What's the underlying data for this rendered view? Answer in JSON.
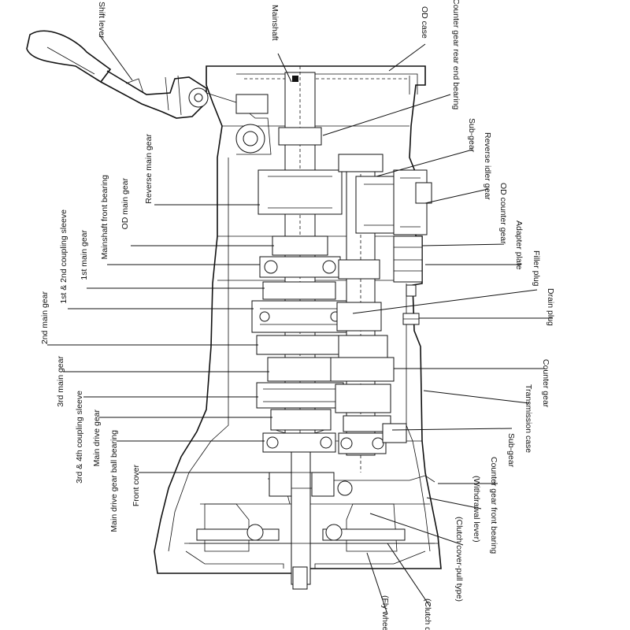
{
  "diagram": {
    "title": "Transmission cross-section",
    "labels": {
      "shift_lever": "Shift lever",
      "mainshaft": "Mainshaft",
      "od_case": "OD case",
      "counter_gear_rear_end_bearing": "Counter gear rear end bearing",
      "sub_gear_top": "Sub-gear",
      "reverse_idler_gear": "Reverse idler gear",
      "od_counter_gear": "OD counter gear",
      "adapter_plate": "Adapter plate",
      "filler_plug": "Filler plug",
      "drain_plug": "Drain plug",
      "counter_gear": "Counter gear",
      "transmission_case": "Transmission case",
      "sub_gear_bottom": "Sub-gear",
      "withdrawal_lever": "(Withdrawal lever)",
      "counter_gear_front_bearing": "Counter gear front bearing",
      "clutch_cover": "(Clutch cover-pull type)",
      "clutch_disc": "(Clutch disc)",
      "fly_wheel": "(Fly wheel)",
      "reverse_main_gear": "Reverse main gear",
      "od_main_gear": "OD main gear",
      "mainshaft_front_bearing": "Mainshaft front bearing",
      "first_main_gear": "1st main gear",
      "first_second_coupling_sleeve": "1st & 2nd coupling sleeve",
      "second_main_gear": "2nd main gear",
      "third_main_gear": "3rd main gear",
      "third_fourth_coupling_sleeve": "3rd & 4th coupling sleeve",
      "main_drive_gear": "Main drive gear",
      "main_drive_gear_ball_bearing": "Main drive gear ball bearing",
      "front_cover": "Front cover"
    }
  }
}
